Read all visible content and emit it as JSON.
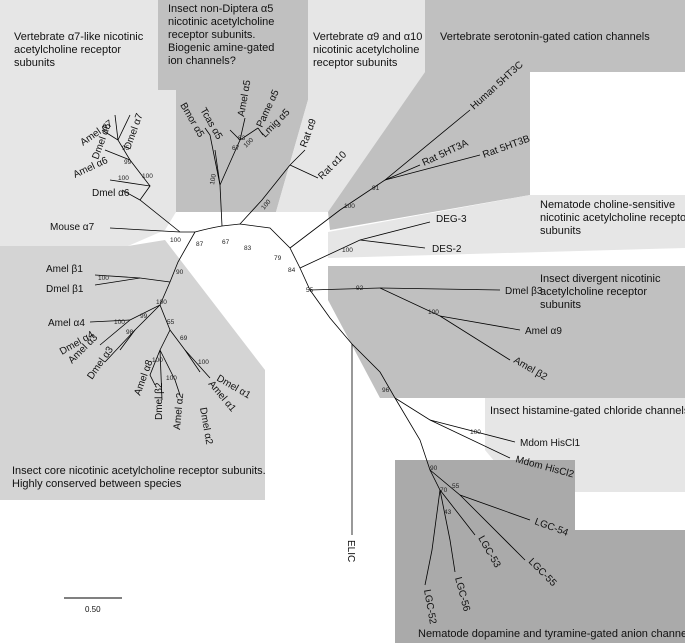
{
  "colors": {
    "light": "#e6e6e6",
    "mid": "#d4d4d4",
    "dark": "#c0c0c0",
    "darker": "#aaaaaa",
    "line": "#000000"
  },
  "groups": {
    "a7": {
      "lines": [
        "Vertebrate α7-like nicotinic",
        "acetylcholine receptor",
        "subunits"
      ]
    },
    "a5": {
      "lines": [
        "Insect non-Diptera α5",
        "nicotinic acetylcholine",
        "receptor subunits.",
        "Biogenic amine-gated",
        "ion channels?"
      ]
    },
    "a9": {
      "lines": [
        "Vertebrate α9 and α10",
        "nicotinic acetylcholine",
        "receptor subunits"
      ]
    },
    "ht": {
      "lines": [
        "Vertebrate serotonin-gated cation channels"
      ]
    },
    "nem": {
      "lines": [
        "Nematode choline-sensitive",
        "nicotinic acetylcholine receptor",
        "subunits"
      ]
    },
    "div": {
      "lines": [
        "Insect divergent nicotinic",
        "acetylcholine receptor",
        "subunits"
      ]
    },
    "his": {
      "lines": [
        "Insect histamine-gated chloride channels"
      ]
    },
    "core": {
      "lines": [
        "Insect core nicotinic acetylcholine receptor subunits.",
        "Highly conserved between species"
      ]
    },
    "dop": {
      "lines": [
        "Nematode dopamine and tyramine-gated anion channels"
      ]
    }
  },
  "leaves": [
    {
      "key": "mouse_a7",
      "text": "Mouse α7"
    },
    {
      "key": "dmel_a6",
      "text": "Dmel α6"
    },
    {
      "key": "amel_a6",
      "text": "Amel α6"
    },
    {
      "key": "amel_a7",
      "text": "Amel α7"
    },
    {
      "key": "dmel_a5",
      "text": "Dmel α5"
    },
    {
      "key": "dmel_a7",
      "text": "Dmel α7"
    },
    {
      "key": "bmor_a5",
      "text": "Bmor α5"
    },
    {
      "key": "tcas_a5",
      "text": "Tcas α5"
    },
    {
      "key": "amel_a5",
      "text": "Amel α5"
    },
    {
      "key": "pame_a5",
      "text": "Pame α5"
    },
    {
      "key": "lmig_a5",
      "text": "Lmig α5"
    },
    {
      "key": "rat_a9",
      "text": "Rat α9"
    },
    {
      "key": "rat_a10",
      "text": "Rat α10"
    },
    {
      "key": "h5ht3c",
      "text": "Human 5HT3C"
    },
    {
      "key": "r5ht3a",
      "text": "Rat 5HT3A"
    },
    {
      "key": "r5ht3b",
      "text": "Rat 5HT3B"
    },
    {
      "key": "deg3",
      "text": "DEG-3"
    },
    {
      "key": "des2",
      "text": "DES-2"
    },
    {
      "key": "dmel_b3",
      "text": "Dmel β3"
    },
    {
      "key": "amel_a9",
      "text": "Amel α9"
    },
    {
      "key": "amel_b2",
      "text": "Amel β2"
    },
    {
      "key": "mdom_hiscl1",
      "text": "Mdom HisCl1"
    },
    {
      "key": "mdom_hiscl2",
      "text": "Mdom HisCl2"
    },
    {
      "key": "lgc54",
      "text": "LGC-54"
    },
    {
      "key": "lgc55",
      "text": "LGC-55"
    },
    {
      "key": "lgc53",
      "text": "LGC-53"
    },
    {
      "key": "lgc56",
      "text": "LGC-56"
    },
    {
      "key": "lgc52",
      "text": "LGC-52"
    },
    {
      "key": "elic",
      "text": "ELIC"
    },
    {
      "key": "amel_b1",
      "text": "Amel β1"
    },
    {
      "key": "dmel_b1",
      "text": "Dmel β1"
    },
    {
      "key": "amel_a4",
      "text": "Amel α4"
    },
    {
      "key": "dmel_a4",
      "text": "Dmel α4"
    },
    {
      "key": "amel_a3",
      "text": "Amel α3"
    },
    {
      "key": "dmel_a3",
      "text": "Dmel α3"
    },
    {
      "key": "amel_a8",
      "text": "Amel α8"
    },
    {
      "key": "dmel_b2",
      "text": "Dmel β2"
    },
    {
      "key": "amel_a2",
      "text": "Amel α2"
    },
    {
      "key": "dmel_a2",
      "text": "Dmel α2"
    },
    {
      "key": "amel_a1",
      "text": "Amel α1"
    },
    {
      "key": "dmel_a1",
      "text": "Dmel α1"
    }
  ],
  "bootstrap": [
    {
      "key": "b_a7_100",
      "text": "100"
    },
    {
      "key": "b_a6_100",
      "text": "100"
    },
    {
      "key": "b_a7b_100",
      "text": "100"
    },
    {
      "key": "b_99",
      "text": "99"
    },
    {
      "key": "b_95",
      "text": "95"
    },
    {
      "key": "b_a5_100",
      "text": "100"
    },
    {
      "key": "b_67a",
      "text": "67"
    },
    {
      "key": "b_83a",
      "text": "83"
    },
    {
      "key": "b_100l",
      "text": "100"
    },
    {
      "key": "b_a9_100",
      "text": "100"
    },
    {
      "key": "b_87",
      "text": "87"
    },
    {
      "key": "b_67",
      "text": "67"
    },
    {
      "key": "b_83",
      "text": "83"
    },
    {
      "key": "b_79",
      "text": "79"
    },
    {
      "key": "b_84",
      "text": "84"
    },
    {
      "key": "b_ht_100",
      "text": "100"
    },
    {
      "key": "b_91",
      "text": "91"
    },
    {
      "key": "b_deg_100",
      "text": "100"
    },
    {
      "key": "b_55top",
      "text": "55"
    },
    {
      "key": "b_92",
      "text": "92"
    },
    {
      "key": "b_div_100",
      "text": "100"
    },
    {
      "key": "b_96",
      "text": "96"
    },
    {
      "key": "b_his_100",
      "text": "100"
    },
    {
      "key": "b_90",
      "text": "90"
    },
    {
      "key": "b_55",
      "text": "55"
    },
    {
      "key": "b_70",
      "text": "70"
    },
    {
      "key": "b_43",
      "text": "43"
    },
    {
      "key": "b_b1_90",
      "text": "90"
    },
    {
      "key": "b_b1_100",
      "text": "100"
    },
    {
      "key": "b_core_100",
      "text": "100"
    },
    {
      "key": "b_a4_99",
      "text": "99"
    },
    {
      "key": "b_a4_100",
      "text": "100"
    },
    {
      "key": "b_a3_98",
      "text": "98"
    },
    {
      "key": "b_55c",
      "text": "55"
    },
    {
      "key": "b_69",
      "text": "69"
    },
    {
      "key": "b_a8_100",
      "text": "100"
    },
    {
      "key": "b_a2_100",
      "text": "100"
    },
    {
      "key": "b_a1_100",
      "text": "100"
    }
  ],
  "scale": {
    "label": "0.50"
  }
}
